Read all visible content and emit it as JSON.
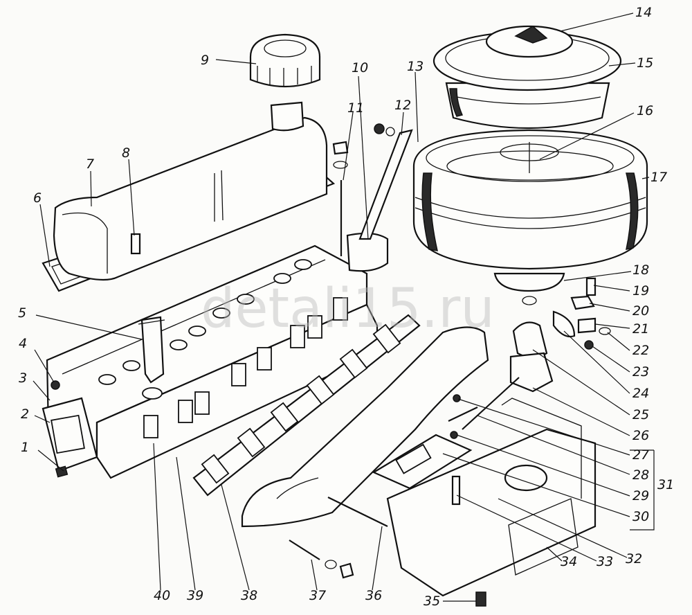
{
  "watermark": "detali15.ru",
  "callouts": [
    "1",
    "2",
    "3",
    "4",
    "5",
    "6",
    "7",
    "8",
    "9",
    "10",
    "11",
    "12",
    "13",
    "14",
    "15",
    "16",
    "17",
    "18",
    "19",
    "20",
    "21",
    "22",
    "23",
    "24",
    "25",
    "26",
    "27",
    "28",
    "29",
    "30",
    "31",
    "32",
    "33",
    "34",
    "35",
    "36",
    "37",
    "38",
    "39",
    "40"
  ]
}
